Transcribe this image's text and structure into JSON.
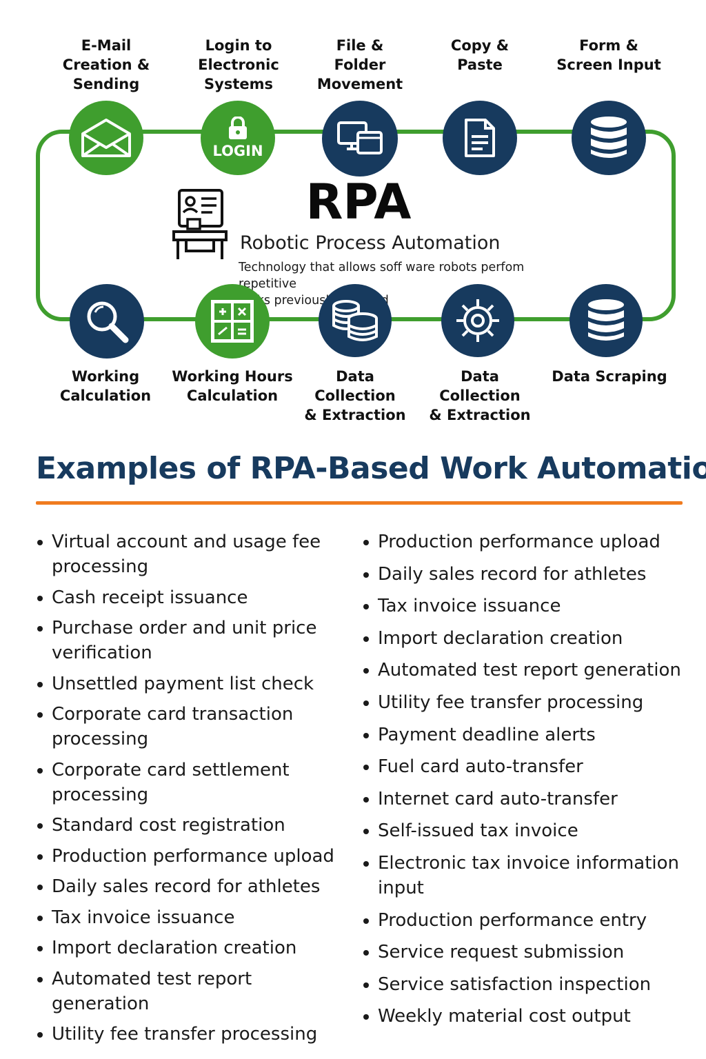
{
  "colors": {
    "green": "#3f9e2e",
    "navy": "#173a5e",
    "orange": "#f07b1f"
  },
  "top_nodes": [
    {
      "label": "E-Mail\nCreation &\nSending",
      "icon": "envelope-icon",
      "color": "#3f9e2e"
    },
    {
      "label": "Login to\nElectronic\nSystems",
      "icon": "lock-icon",
      "icon_text": "LOGIN",
      "color": "#3f9e2e"
    },
    {
      "label": "File &\nFolder\nMovement",
      "icon": "monitor-icon",
      "color": "#173a5e"
    },
    {
      "label": "Copy &\nPaste",
      "icon": "document-icon",
      "color": "#173a5e"
    },
    {
      "label": "Form &\nScreen Input",
      "icon": "database-icon",
      "color": "#173a5e"
    }
  ],
  "bottom_nodes": [
    {
      "label": "Working\nCalculation",
      "icon": "magnifier-icon",
      "color": "#173a5e"
    },
    {
      "label": "Working Hours\nCalculation",
      "icon": "calculator-grid-icon",
      "color": "#3f9e2e"
    },
    {
      "label": "Data Collection\n& Extraction",
      "icon": "databases-icon",
      "color": "#173a5e"
    },
    {
      "label": "Data Collection\n& Extraction",
      "icon": "gear-icon",
      "color": "#173a5e"
    },
    {
      "label": "Data Scraping",
      "icon": "database-icon",
      "color": "#173a5e"
    }
  ],
  "center": {
    "icon": "robot-workstation-icon",
    "title": "RPA",
    "subtitle": "Robotic Process Automation",
    "description": "Technology that allows soff ware robots perfom repetitive\n        tasks previously handled"
  },
  "section_title": "Examples of RPA-Based Work Automation",
  "left_items": [
    "Virtual account and usage fee processing",
    "Cash receipt issuance",
    "Purchase order and  unit price verification",
    "Unsettled payment list check",
    "Corporate card transaction processing",
    "Corporate card settlement processing",
    "Standard  cost registration",
    "Production performance upload",
    "Daily sales record for athletes",
    "Tax invoice issuance",
    "Import declaration creation",
    "Automated test report generation",
    "Utility fee transfer processing"
  ],
  "right_items": [
    "Production performance upload",
    "Daily sales record for athletes",
    "Tax invoice issuance",
    "Import declaration creation",
    "Automated test report generation",
    "Utility fee transfer processing",
    "Payment deadline alerts",
    "Fuel card auto-transfer",
    "Internet card auto-transfer",
    "Self-issued tax invoice",
    "Electronic tax invoice information input",
    "Production performance entry",
    "Service request submission",
    "Service satisfaction inspection",
    "Weekly material cost output"
  ]
}
